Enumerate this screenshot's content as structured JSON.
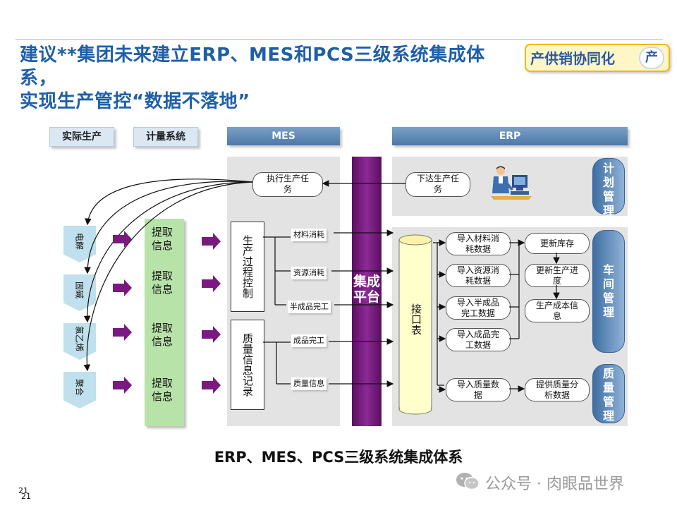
{
  "header": {
    "title_line1": "建议**集团未来建立ERP、MES和PCS三级系统集成体系，",
    "title_line2": "实现生产管控“数据不落地”",
    "badge_text": "产供销协同化",
    "badge_icon_char": "产"
  },
  "columns": {
    "actual": "实际生产",
    "metering": "计量系统",
    "mes": "MES",
    "erp": "ERP"
  },
  "production_units": [
    "电解",
    "固碱",
    "氯乙烯",
    "聚合"
  ],
  "extract_labels": [
    "提取信息",
    "提取信息",
    "提取信息",
    "提取信息"
  ],
  "mes": {
    "exec_task": "执行生产任务",
    "process_control": "生产过程控制",
    "quality_record": "质量信息记录",
    "flows": [
      "材料消耗",
      "资源消耗",
      "半成品完工",
      "成品完工",
      "质量信息"
    ]
  },
  "platform": "集成平台",
  "erp": {
    "issue_task": "下达生产任务",
    "interface_table": "接口表",
    "imports": [
      "导入材料消耗数据",
      "导入资源消耗数据",
      "导入半成品完工数据",
      "导入成品完工数据",
      "导入质量数据"
    ],
    "updates": [
      "更新库存",
      "更新生产进度",
      "生产成本信息",
      "提供质量分析数据"
    ],
    "sections": [
      "计划管理",
      "车间管理",
      "质量管理"
    ]
  },
  "caption": "ERP、MES、PCS三级系统集成体系",
  "watermark": "公众号 · 肉眼品世界",
  "page_number": "21",
  "colors": {
    "title_blue": "#1f5fa8",
    "platform_purple": "#7a1a80",
    "extract_green": "#b8e3a8",
    "arrow_purple": "#7a1a80",
    "badge_yellow": "#fff6c8"
  },
  "icons": [
    "person-at-computer-icon",
    "wechat-icon",
    "purple-arrow-icon"
  ]
}
